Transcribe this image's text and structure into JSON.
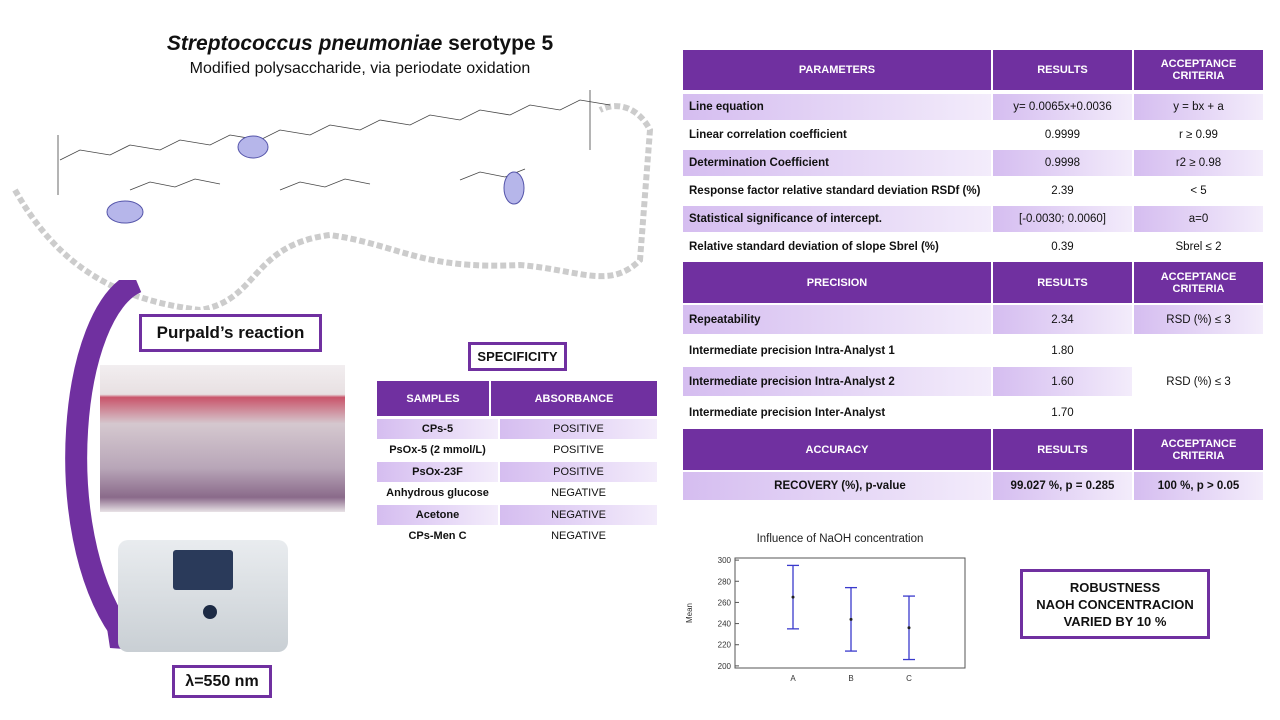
{
  "header": {
    "title_italic": "Streptococcus pneumoniae",
    "title_rest": " serotype 5",
    "subtitle": "Modified polysaccharide, via periodate oxidation"
  },
  "left": {
    "purpald": "Purpald’s  reaction",
    "lambda": "λ=550 nm"
  },
  "specificity": {
    "label": "SPECIFICITY",
    "headers": [
      "SAMPLES",
      "ABSORBANCE"
    ],
    "rows": [
      [
        "CPs-5",
        "POSITIVE"
      ],
      [
        "PsOx-5 (2 mmol/L)",
        "POSITIVE"
      ],
      [
        "PsOx-23F",
        "POSITIVE"
      ],
      [
        "Anhydrous glucose",
        "NEGATIVE"
      ],
      [
        "Acetone",
        "NEGATIVE"
      ],
      [
        "CPs-Men C",
        "NEGATIVE"
      ]
    ]
  },
  "linearity": {
    "headers": [
      "PARAMETERS",
      "RESULTS",
      "ACCEPTANCE CRITERIA"
    ],
    "rows": [
      [
        "Line equation",
        "y= 0.0065x+0.0036",
        "y = bx + a"
      ],
      [
        "Linear correlation coefficient",
        "0.9999",
        "r ≥ 0.99"
      ],
      [
        "Determination Coefficient",
        "0.9998",
        "r2 ≥ 0.98"
      ],
      [
        "Response factor relative standard deviation RSDf (%)",
        "2.39",
        "< 5"
      ],
      [
        "Statistical significance  of intercept.",
        "[-0.0030; 0.0060]",
        "a=0"
      ],
      [
        "Relative standard deviation of slope Sbrel (%)",
        "0.39",
        "Sbrel ≤ 2"
      ]
    ]
  },
  "precision": {
    "headers": [
      "PRECISION",
      "RESULTS",
      "ACCEPTANCE CRITERIA"
    ],
    "rows": [
      [
        "Repeatability",
        "2.34",
        "RSD (%) ≤ 3"
      ],
      [
        "Intermediate precision  Intra-Analyst  1",
        "1.80",
        "RSD (%) ≤ 3"
      ],
      [
        "Intermediate precision  Intra-Analyst  2",
        "1.60",
        ""
      ],
      [
        "Intermediate precision  Inter-Analyst",
        "1.70",
        ""
      ]
    ]
  },
  "accuracy": {
    "headers": [
      "ACCURACY",
      "RESULTS",
      "ACCEPTANCE CRITERIA"
    ],
    "rows": [
      [
        "RECOVERY  (%), p-value",
        "99.027 %, p = 0.285",
        "100 %,  p > 0.05"
      ]
    ]
  },
  "robustness": {
    "line1": "ROBUSTNESS",
    "line2": "NAOH CONCENTRACION",
    "line3": "VARIED BY 10 %"
  },
  "chart_data": {
    "type": "errorbar",
    "title": "Influence of NaOH concentration",
    "xlabel": "",
    "ylabel": "Mean",
    "categories": [
      "A",
      "B",
      "C"
    ],
    "mean": [
      265,
      244,
      236
    ],
    "lower": [
      235,
      214,
      206
    ],
    "upper": [
      295,
      274,
      266
    ],
    "ylim": [
      198,
      302
    ],
    "yticks": [
      200,
      220,
      240,
      260,
      280,
      300
    ],
    "color": "#3a3acc"
  },
  "colors": {
    "accent": "#7030a0",
    "row_shade": "#d5bdf0"
  }
}
